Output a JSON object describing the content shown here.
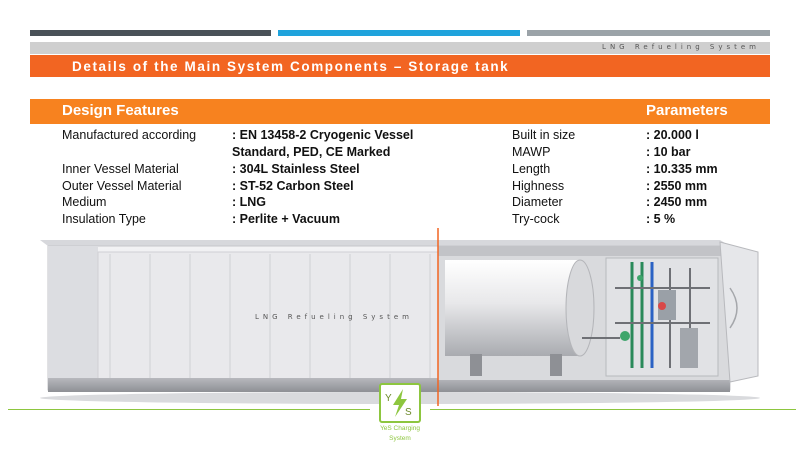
{
  "header": {
    "tagline": "LNG Refueling System",
    "title": "Details of the Main System Components – Storage tank"
  },
  "design_features": {
    "heading": "Design Features",
    "rows": [
      {
        "label": "Manufactured according",
        "value": ": EN 13458-2 Cryogenic Vessel"
      },
      {
        "label": "",
        "value": "Standard, PED, CE Marked"
      },
      {
        "label": "Inner Vessel Material",
        "value": ": 304L Stainless Steel"
      },
      {
        "label": "Outer Vessel Material",
        "value": ": ST-52 Carbon Steel"
      },
      {
        "label": "Medium",
        "value": ": LNG"
      },
      {
        "label": "Insulation Type",
        "value": ": Perlite + Vacuum"
      }
    ]
  },
  "parameters": {
    "heading": "Parameters",
    "rows": [
      {
        "label": "Built in size",
        "value": ": 20.000 l"
      },
      {
        "label": "MAWP",
        "value": ": 10 bar"
      },
      {
        "label": "Length",
        "value": ": 10.335 mm"
      },
      {
        "label": "Highness",
        "value": ": 2550 mm"
      },
      {
        "label": "Diameter",
        "value": ": 2450 mm"
      },
      {
        "label": "Try-cock",
        "value": ": 5 %"
      }
    ]
  },
  "illustration": {
    "container_label": "LNG Refueling System"
  },
  "logo": {
    "line1": "YeS Charging",
    "line2": "System"
  },
  "colors": {
    "orange": "#f26522",
    "section_orange": "#f7821f",
    "green": "#8dc63f",
    "blue": "#1fa3dc"
  }
}
